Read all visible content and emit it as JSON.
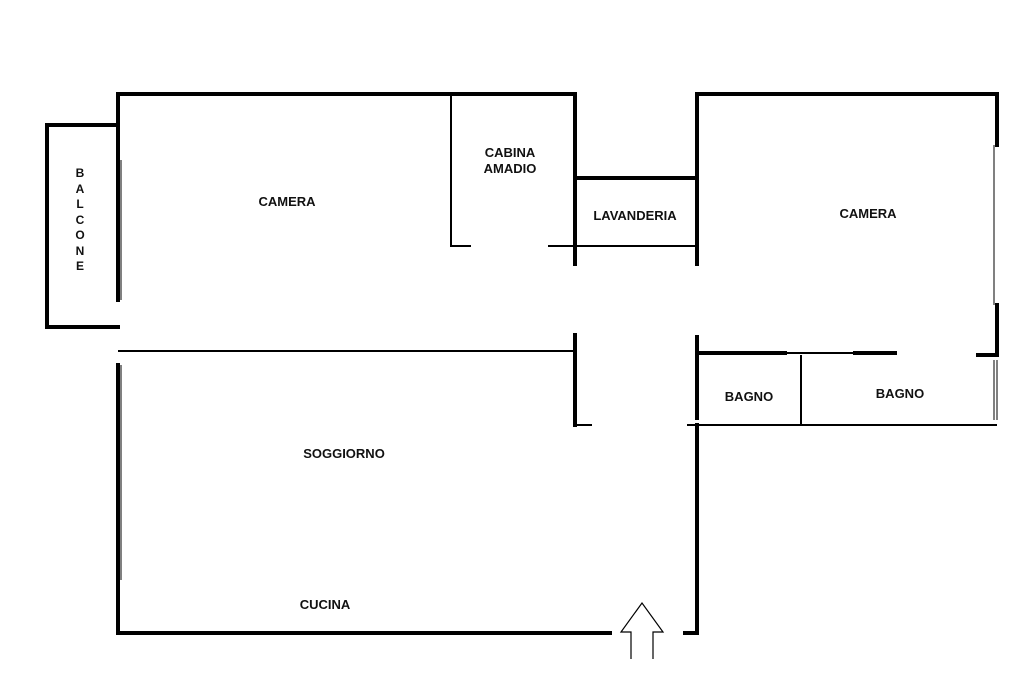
{
  "rooms": {
    "balcone": "BALCONE",
    "camera_left": "CAMERA",
    "cabina": "CABINA\nAMADIO",
    "lavanderia": "LAVANDERIA",
    "camera_right": "CAMERA",
    "bagno_small": "BAGNO",
    "bagno_large": "BAGNO",
    "soggiorno": "SOGGIORNO",
    "cucina": "CUCINA"
  },
  "colors": {
    "walls": "#000000",
    "background": "#ffffff"
  }
}
